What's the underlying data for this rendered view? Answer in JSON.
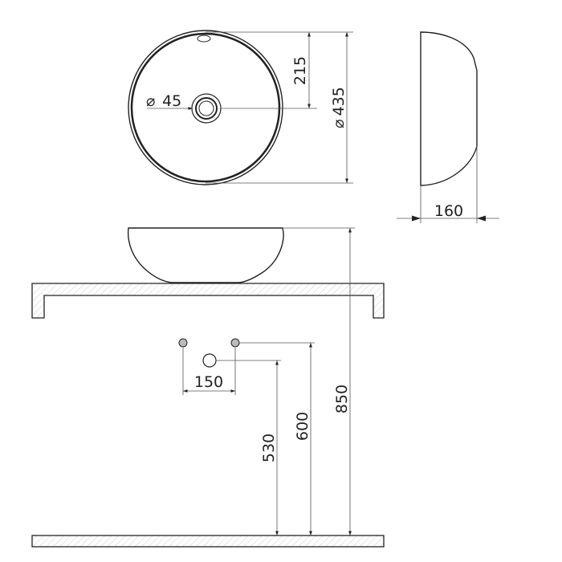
{
  "dimensions": {
    "outer_diameter": "435",
    "drain_diameter": "45",
    "drain_offset": "215",
    "basin_height": "160",
    "fixture_height": "850",
    "supply_height": "600",
    "drain_height": "530",
    "supply_spacing": "150"
  },
  "symbols": {
    "diameter": "⌀"
  }
}
